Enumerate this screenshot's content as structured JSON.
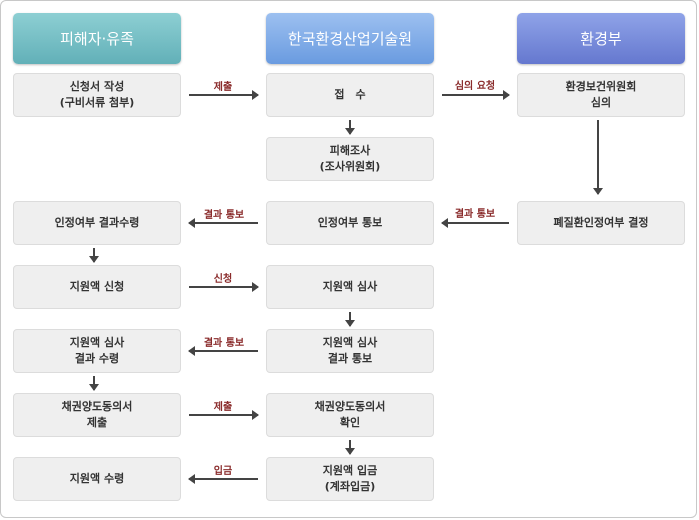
{
  "headers": [
    "피해자·유족",
    "한국환경산업기술원",
    "환경부"
  ],
  "boxes": {
    "apply": [
      "신청서 작성",
      "(구비서류 첨부)"
    ],
    "receipt": [
      "접　수"
    ],
    "investigation": [
      "피해조사",
      "(조사위원회)"
    ],
    "committee": [
      "환경보건위원회",
      "심의"
    ],
    "decision": [
      "폐질환인정여부 결정"
    ],
    "notify": [
      "인정여부 통보"
    ],
    "receive_result": [
      "인정여부 결과수령"
    ],
    "support_apply": [
      "지원액 신청"
    ],
    "support_review": [
      "지원액 심사"
    ],
    "review_notify": [
      "지원액 심사",
      "결과 통보"
    ],
    "review_receive": [
      "지원액 심사",
      "결과 수령"
    ],
    "consent_submit": [
      "채권양도동의서",
      "제출"
    ],
    "consent_confirm": [
      "채권양도동의서",
      "확인"
    ],
    "deposit": [
      "지원액 입금",
      "(계좌입금)"
    ],
    "support_receive": [
      "지원액 수령"
    ]
  },
  "arrows": {
    "submit1": "제출",
    "review_request": "심의 요청",
    "result_notice1": "결과 통보",
    "result_notice2": "결과 통보",
    "apply": "신청",
    "result_notice3": "결과 통보",
    "submit2": "제출",
    "deposit": "입금"
  }
}
